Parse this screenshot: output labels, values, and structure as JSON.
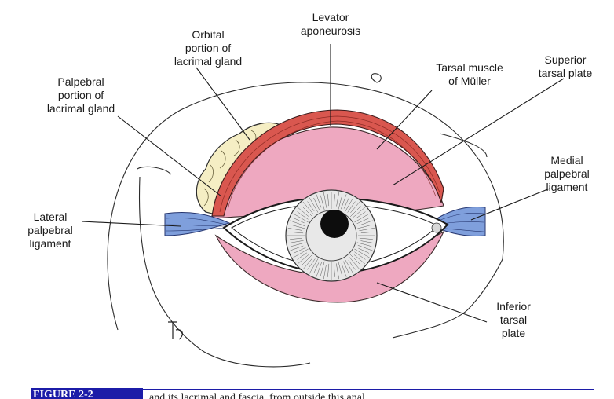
{
  "labels": {
    "levator": "Levator\naponeurosis",
    "orbital": "Orbital\nportion of\nlacrimal gland",
    "palpebral": "Palpebral\nportion of\nlacrimal gland",
    "tarsal_muscle": "Tarsal muscle\nof Müller",
    "superior_tarsal": "Superior\ntarsal plate",
    "medial_ligament": "Medial\npalpebral\nligament",
    "lateral_ligament": "Lateral\npalpebral\nligament",
    "inferior_tarsal": "Inferior\ntarsal\nplate"
  },
  "caption": {
    "tag": "FIGURE 2-2",
    "text": "and its lacrimal and fascia, from outside this anal"
  },
  "colors": {
    "muscle": "#d9574f",
    "tarsus": "#eea8c0",
    "ligament": "#7f9fdc",
    "gland": "#f5eec4",
    "caption_blue": "#1c1ca8"
  }
}
